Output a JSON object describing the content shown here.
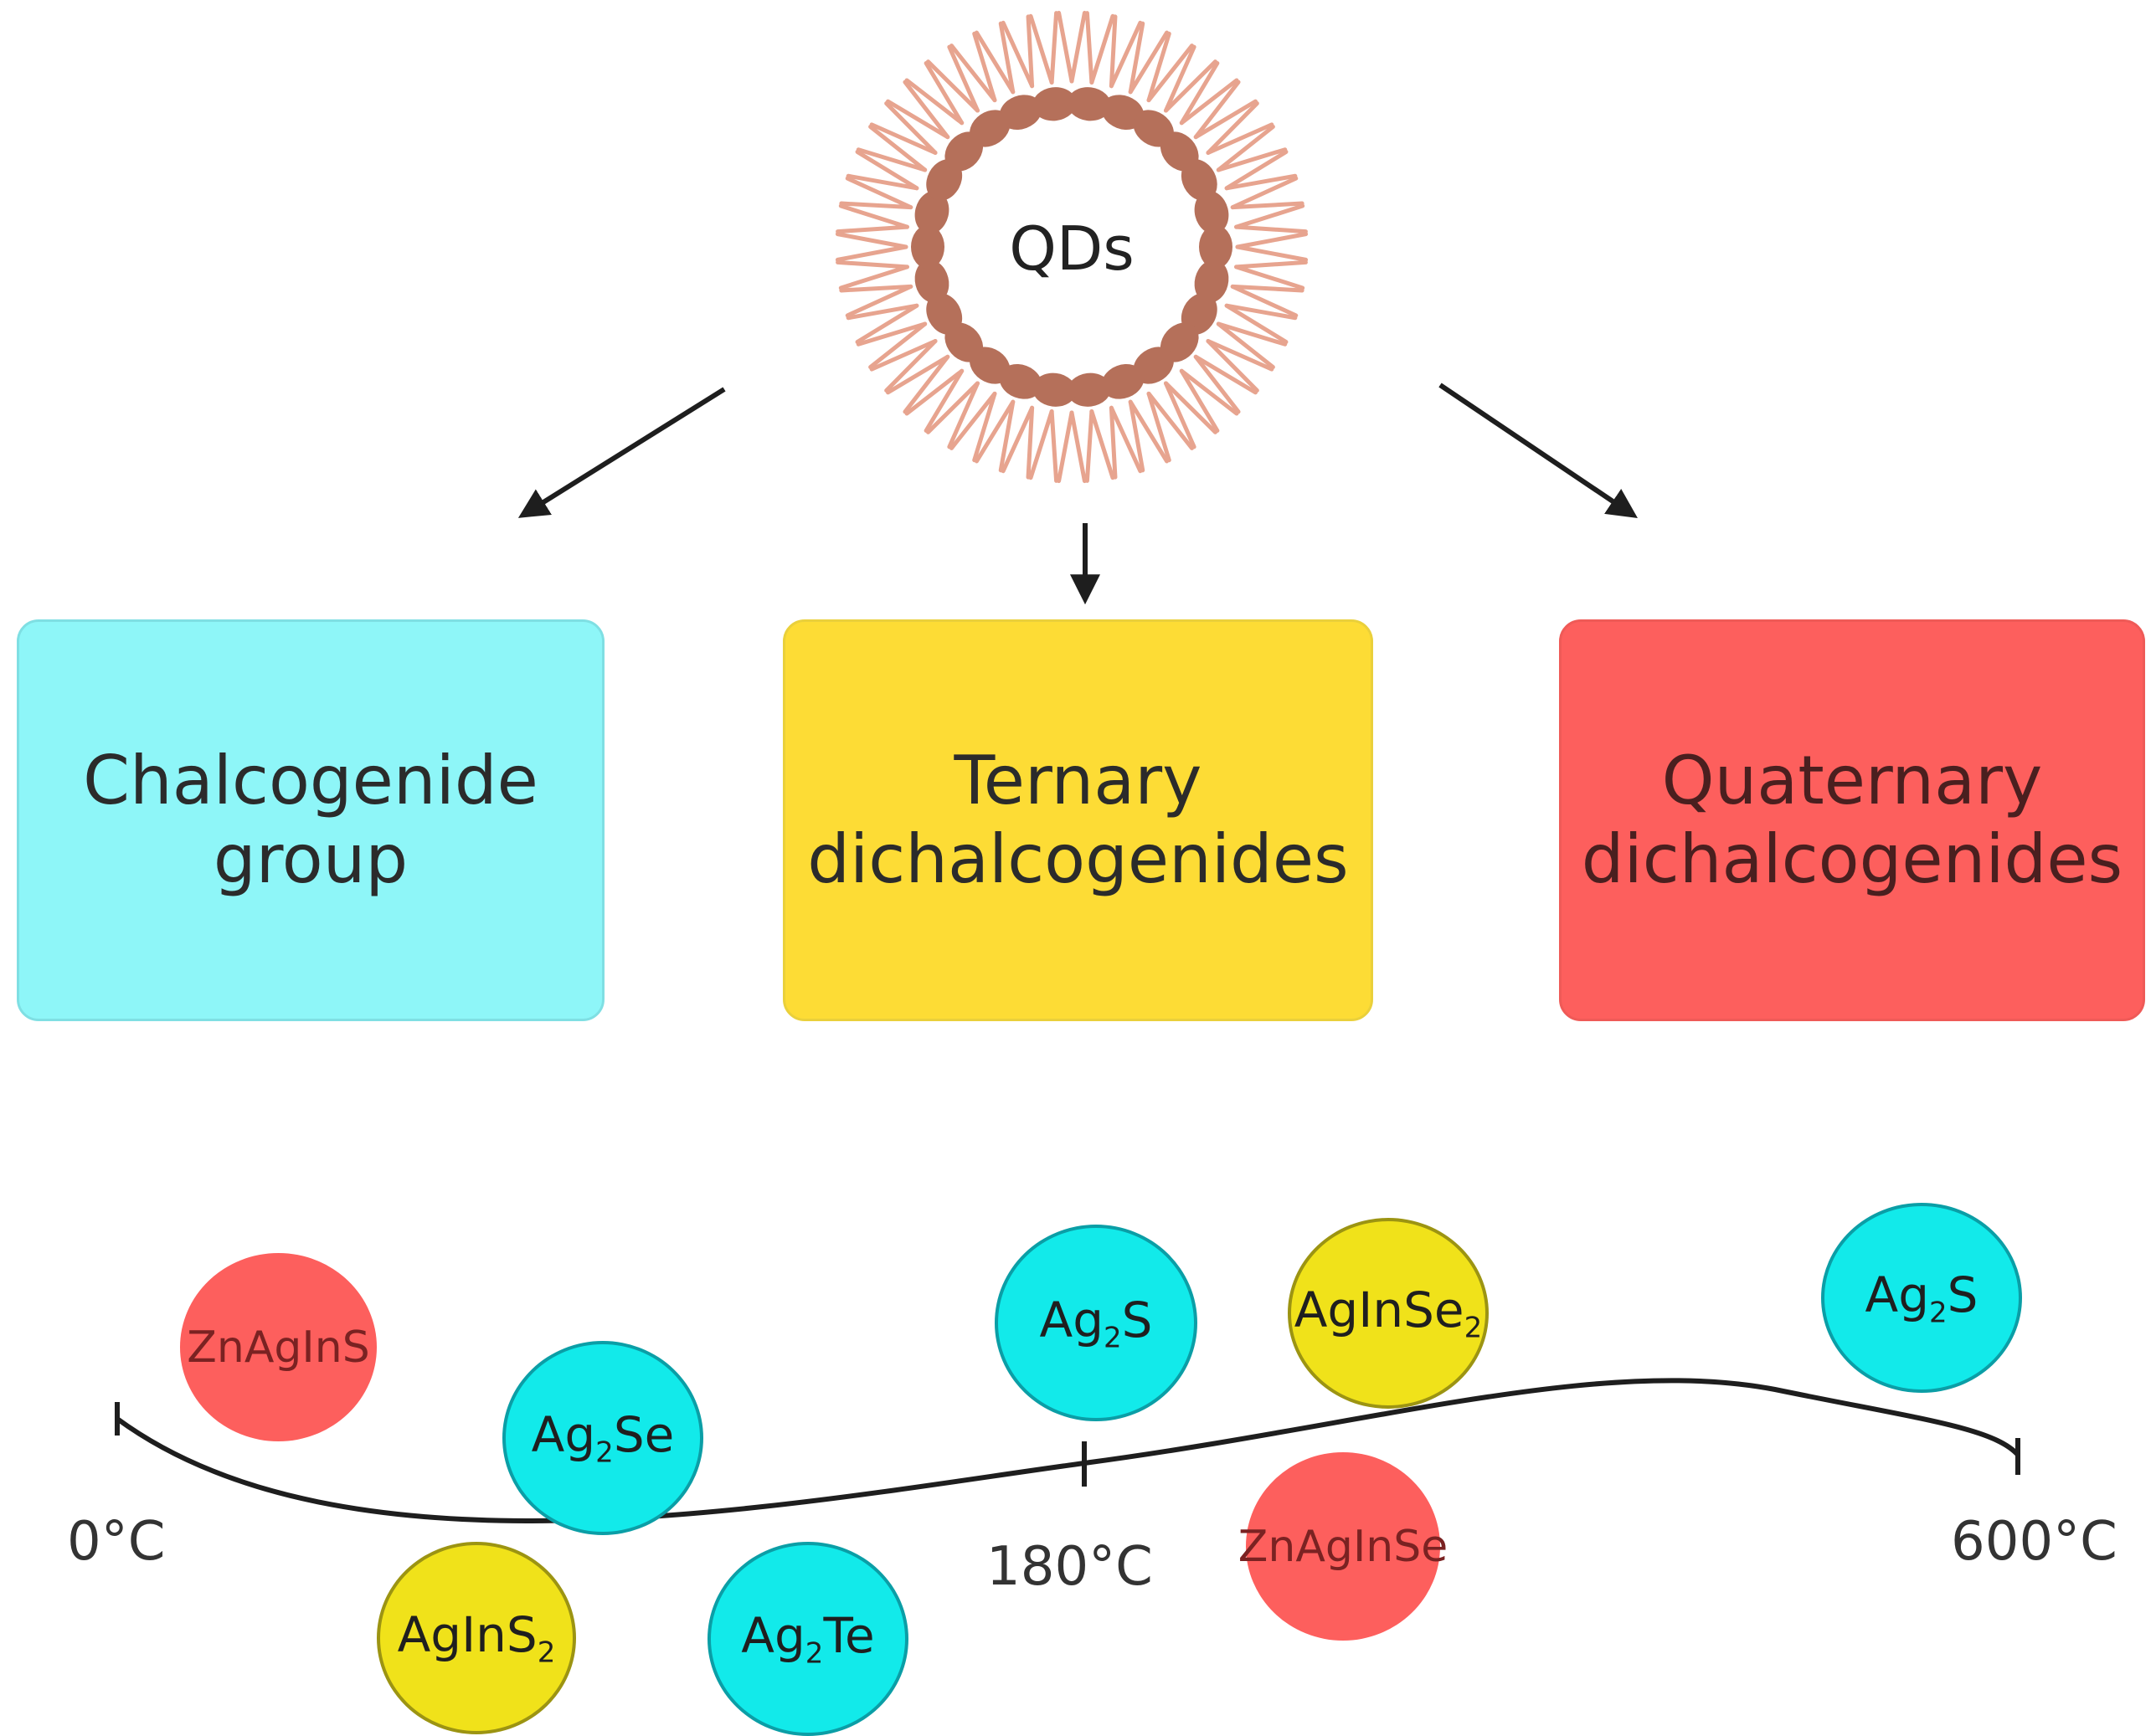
{
  "center": {
    "label": "QDs",
    "shell_color": "#b5705a",
    "tail_color": "#e7a48f"
  },
  "categories": [
    {
      "lines": [
        "Chalcogenide",
        "group"
      ],
      "color": "#8ef6f8"
    },
    {
      "lines": [
        "Ternary",
        "dichalcogenides"
      ],
      "color": "#fddc35"
    },
    {
      "lines": [
        "Quaternary",
        "dichalcogenides"
      ],
      "color": "#fd5f5d"
    }
  ],
  "timeline": {
    "ticks": [
      "0°C",
      "180°C",
      "600°C"
    ]
  },
  "particles": [
    {
      "id": "znaginS",
      "label": "ZnAgInS",
      "group": "quaternary"
    },
    {
      "id": "ag2se",
      "base": "Ag",
      "sub": "2",
      "tail": "Se",
      "group": "chalcogenide"
    },
    {
      "id": "aginS2",
      "base": "AgInS",
      "sub": "2",
      "tail": "",
      "group": "ternary"
    },
    {
      "id": "ag2te",
      "base": "Ag",
      "sub": "2",
      "tail": "Te",
      "group": "chalcogenide"
    },
    {
      "id": "ag2s-a",
      "base": "Ag",
      "sub": "2",
      "tail": "S",
      "group": "chalcogenide"
    },
    {
      "id": "aginse2",
      "base": "AgInSe",
      "sub": "2",
      "tail": "",
      "group": "ternary"
    },
    {
      "id": "znaginse",
      "label": "ZnAgInSe",
      "group": "quaternary"
    },
    {
      "id": "ag2s-b",
      "base": "Ag",
      "sub": "2",
      "tail": "S",
      "group": "chalcogenide"
    }
  ]
}
